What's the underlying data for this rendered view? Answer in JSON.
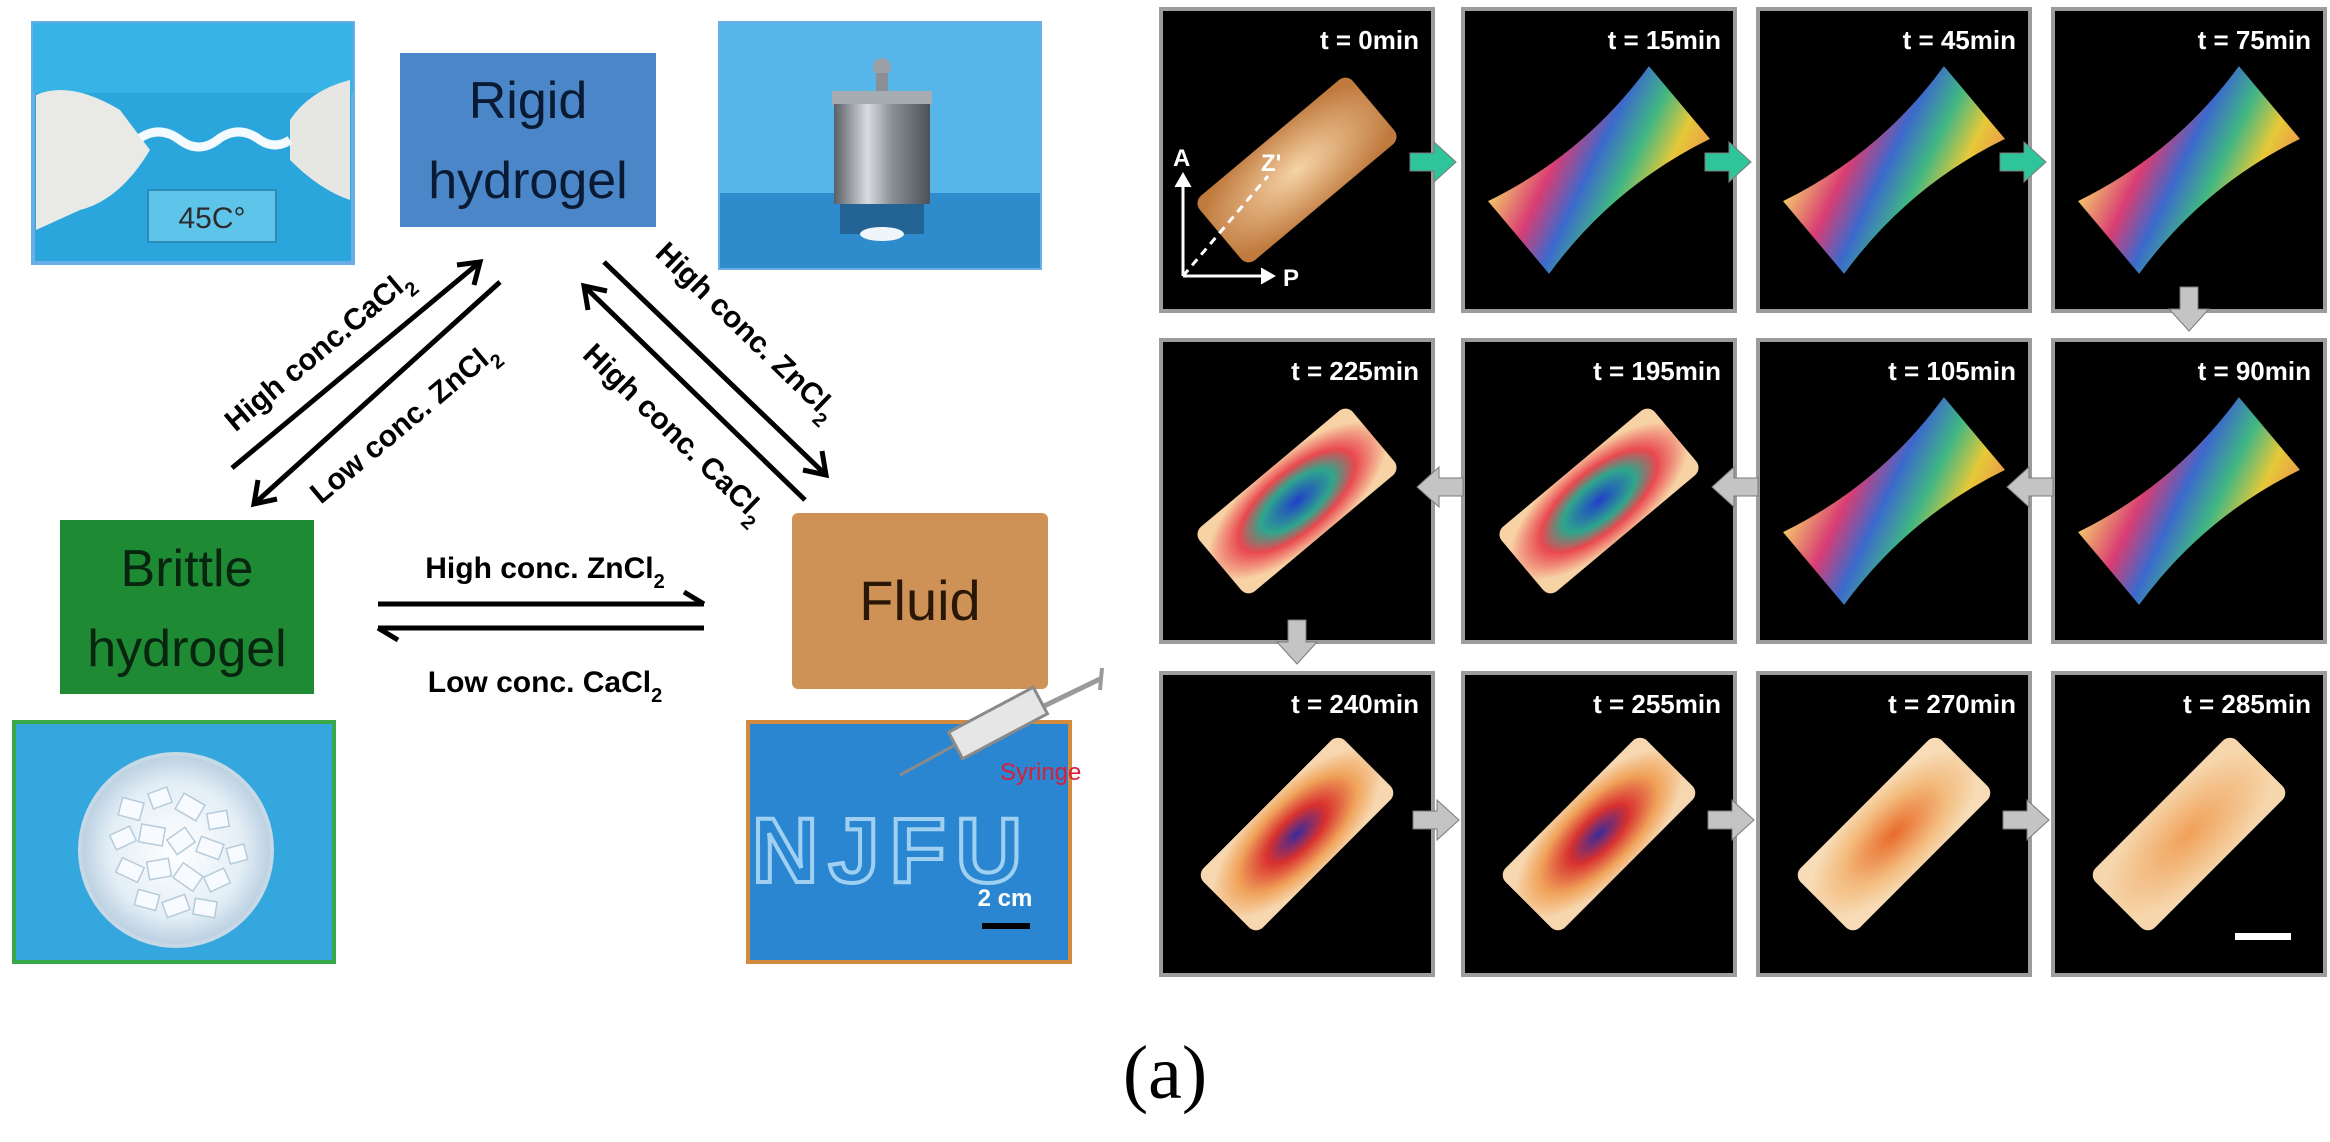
{
  "left_panel": {
    "states": {
      "rigid": {
        "line1": "Rigid",
        "line2": "hydrogel",
        "color": "#4a86c8"
      },
      "brittle": {
        "line1": "Brittle",
        "line2": "hydrogel",
        "color": "#1f8a34"
      },
      "fluid": {
        "line1": "Fluid",
        "color": "#cf9256"
      }
    },
    "transitions": {
      "brittle_to_rigid": {
        "text": "High conc.CaCl",
        "sub": "2"
      },
      "rigid_to_brittle": {
        "text": "Low conc. ZnCl",
        "sub": "2"
      },
      "rigid_to_fluid": {
        "text": "High conc. ZnCl",
        "sub": "2"
      },
      "fluid_to_rigid": {
        "text": "High conc. CaCl",
        "sub": "2"
      },
      "brittle_to_fluid": {
        "text": "High conc. ZnCl",
        "sub": "2"
      },
      "fluid_to_brittle": {
        "text": "Low conc. CaCl",
        "sub": "2"
      }
    },
    "photos": {
      "stretch_label": "45C°",
      "syringe_label": "Syringe",
      "written_text": "NJFU",
      "scale_label": "2 cm"
    }
  },
  "right_panel": {
    "frames": [
      {
        "label": "t = 0min"
      },
      {
        "label": "t = 15min"
      },
      {
        "label": "t = 45min"
      },
      {
        "label": "t = 75min"
      },
      {
        "label": "t = 90min"
      },
      {
        "label": "t = 105min"
      },
      {
        "label": "t = 195min"
      },
      {
        "label": "t = 225min"
      },
      {
        "label": "t = 240min"
      },
      {
        "label": "t = 255min"
      },
      {
        "label": "t = 270min"
      },
      {
        "label": "t = 285min"
      }
    ],
    "axes": {
      "a": "A",
      "p": "P",
      "z": "Z'"
    },
    "arrow_colors": {
      "first_row": "#2fc59b",
      "rest": "#c4c4c4"
    }
  },
  "caption": "(a)"
}
